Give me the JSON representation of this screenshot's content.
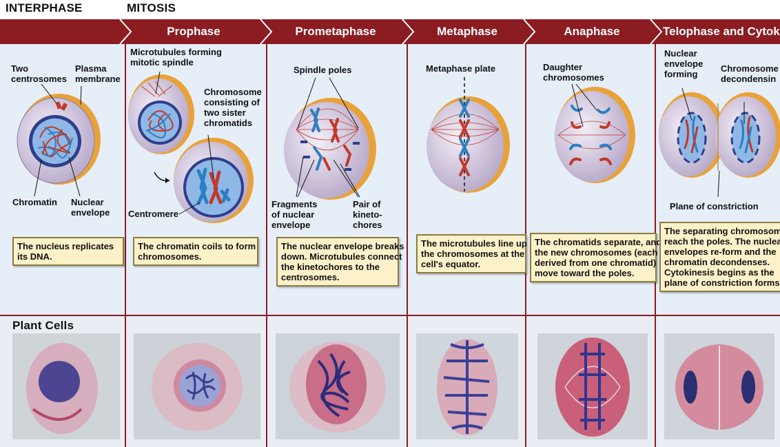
{
  "headers": {
    "interphase": "INTERPHASE",
    "mitosis": "MITOSIS"
  },
  "phases": [
    "Prophase",
    "Prometaphase",
    "Metaphase",
    "Anaphase",
    "Telophase and Cytokinesi"
  ],
  "labels": {
    "interphase": {
      "two_centrosomes": "Two\ncentrosomes",
      "plasma_membrane": "Plasma\nmembrane",
      "chromatin": "Chromatin",
      "nuclear_envelope": "Nuclear\nenvelope"
    },
    "prophase": {
      "microtubules": "Microtubules forming\nmitotic spindle",
      "chromosome": "Chromosome\nconsisting of\ntwo sister\nchromatids",
      "centromere": "Centromere"
    },
    "prometaphase": {
      "spindle_poles": "Spindle poles",
      "fragments": "Fragments\nof nuclear\nenvelope",
      "kinetochores": "Pair of\nkineto-\nchores"
    },
    "metaphase": {
      "plate": "Metaphase plate"
    },
    "anaphase": {
      "daughter": "Daughter\nchromosomes"
    },
    "telophase": {
      "nuclear_forming": "Nuclear\nenvelope\nforming",
      "chromosome_decondensing": "Chromosome\ndecondensin",
      "plane": "Plane of constriction"
    }
  },
  "captions": {
    "interphase": "The nucleus replicates\nits DNA.",
    "prophase": "The chromatin coils to form\nchromosomes.",
    "prometaphase": "The nuclear envelope breaks\ndown. Microtubules connect\nthe kinetochores to the\ncentrosomes.",
    "metaphase": "The microtubules line up\nthe chromosomes at the\ncell's equator.",
    "anaphase": "The chromatids separate, and\nthe new chromosomes (each\nderived from one chromatid)\nmove toward the poles.",
    "telophase": "The separating chromosomes\nreach the poles. The nuclear\nenvelopes re-form and the\nchromatin decondenses.\nCytokinesis begins as the\nplane of constriction forms."
  },
  "plant_cells_title": "Plant Cells",
  "colors": {
    "band": "#8b1c22",
    "panel": "#e6eef8",
    "caption_bg": "#fdf1c9",
    "chrom_red": "#c0392b",
    "chrom_blue": "#2a7fc1"
  }
}
